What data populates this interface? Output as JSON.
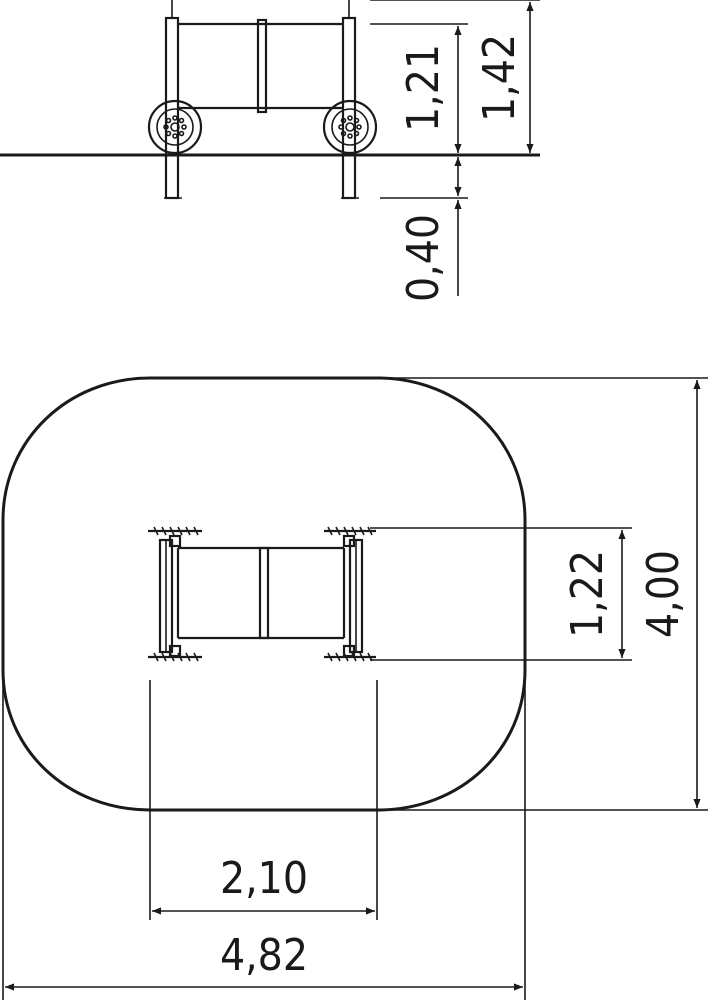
{
  "drawing": {
    "side_view": {
      "dim_height_seat": "1,21",
      "dim_height_total": "1,42",
      "dim_foundation": "0,40"
    },
    "plan_view": {
      "dim_equipment_depth": "1,22",
      "dim_area_depth": "4,00",
      "dim_straight_width": "2,10",
      "dim_area_width": "4,82"
    },
    "line_color": "#1a1a1a"
  }
}
